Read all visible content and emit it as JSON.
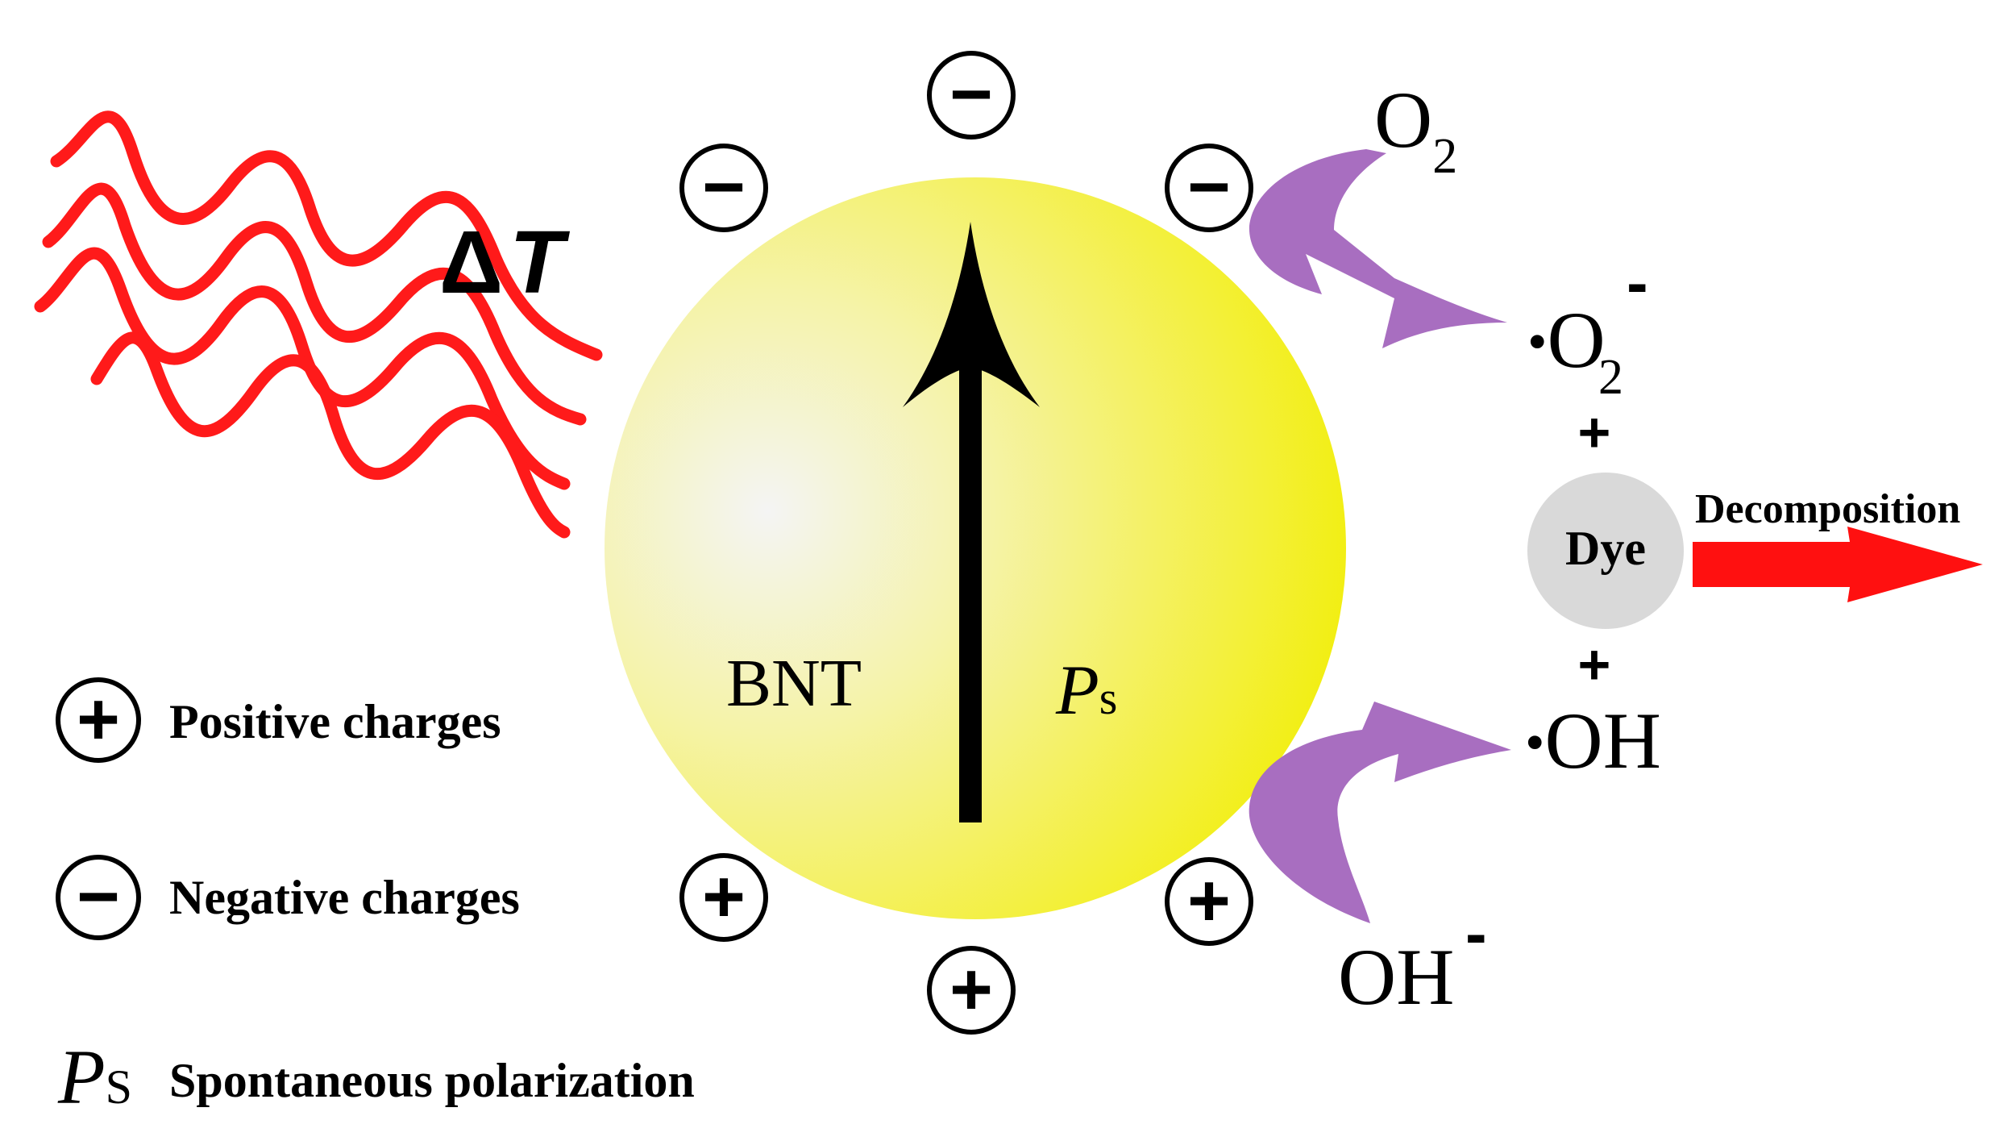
{
  "diagram": {
    "heat_label": {
      "delta": "Δ",
      "var": "T"
    },
    "particle": {
      "label": "BNT",
      "polarization_symbol": "P",
      "polarization_sub": "s"
    },
    "charges": {
      "top": "−",
      "top_left": "−",
      "top_right": "−",
      "bottom": "+",
      "bottom_left": "+",
      "bottom_right": "+"
    },
    "species": {
      "o2": {
        "base": "O",
        "sub": "2"
      },
      "superoxide": {
        "dot": "•",
        "base": "O",
        "sub": "2",
        "sup": "-"
      },
      "plus_top": "+",
      "dye": "Dye",
      "decomposition": "Decomposition",
      "plus_bottom": "+",
      "hydroxyl_radical": {
        "dot": "•",
        "base": "OH"
      },
      "hydroxide": {
        "base": "OH",
        "sup": "-"
      }
    },
    "legend": [
      {
        "symbol": "+",
        "label": "Positive charges"
      },
      {
        "symbol": "−",
        "label": "Negative charges"
      },
      {
        "symbol": "P",
        "sub": "S",
        "label": "Spontaneous polarization"
      }
    ],
    "colors": {
      "heat_waves": "#ff1a1a",
      "particle_edge": "#f2ee00",
      "particle_center": "#f4f4f4",
      "reaction_arrows": "#a86ec0",
      "decomposition_arrow": "#ff1010",
      "dye_fill": "#d9d9d9"
    }
  }
}
